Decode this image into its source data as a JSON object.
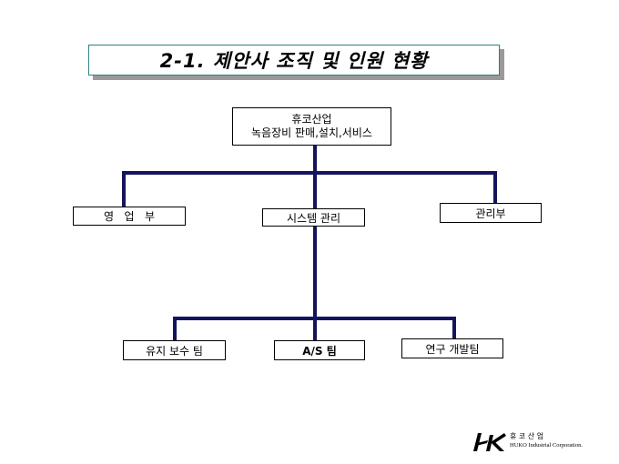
{
  "title": "2-1. 제안사 조직 및 인원 현황",
  "org": {
    "root": {
      "line1": "휴코산업",
      "line2": "녹음장비 판매,설치,서비스"
    },
    "level1": [
      {
        "label": "영   업   부"
      },
      {
        "label": "시스템 관리"
      },
      {
        "label": "관리부"
      }
    ],
    "level2": [
      {
        "label": "유지 보수 팀"
      },
      {
        "label": "A/S 팀"
      },
      {
        "label": "연구 개발팀"
      }
    ]
  },
  "logo": {
    "mark": "HK",
    "korean": "휴 코 산 업",
    "english": "HUKO Industrial Corporation."
  },
  "colors": {
    "connector": "#14145e",
    "title_border": "#2f7f86",
    "logo_mark": "#000000"
  }
}
